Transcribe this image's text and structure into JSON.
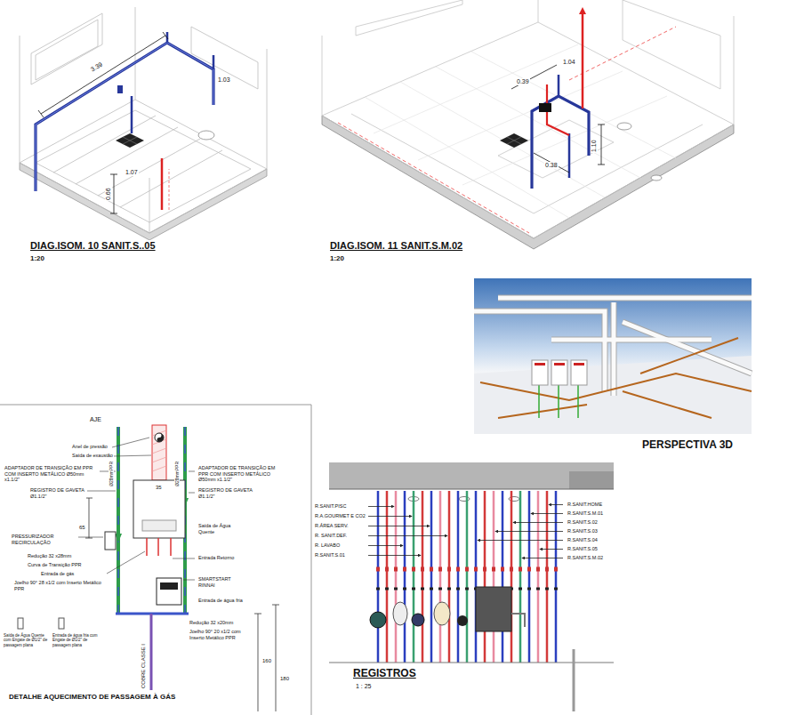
{
  "diagram": {
    "nodes": [
      {
        "text": [
          "DIAG.ISOM. 10 SANIT.S..05",
          "1:20"
        ]
      },
      {
        "text": [
          "DIAG.ISOM. 11 SANIT.S.M.02",
          "1:20"
        ]
      },
      {
        "text": [
          "PERSPECTIVA 3D"
        ]
      },
      {
        "text": [
          "DETALHE AQUECIMENTO DE PASSAGEM À GÁS"
        ]
      },
      {
        "text": [
          "REGISTROS",
          "1 : 25"
        ]
      }
    ],
    "labels": [
      "3.39",
      "1.03",
      "1.07",
      "0.66",
      "1.04",
      "0.39",
      "0.38",
      "1.10",
      "AJE",
      "Anel de pressão",
      "Saída de exaustão",
      "ADAPTADOR DE TRANSIÇÃO EM PPR COM INSERTO METÁLICO Ø50mm x1.1/2\"",
      "REGISTRO DE GAVETA Ø1.1/2\"",
      "35",
      "ADAPTADOR DE TRANSIÇÃO EM PPR COM INSERTO METÁLICO Ø50mm x1.1/2\"",
      "REGISTRO DE GAVETA Ø1.1/2\"",
      "Ø28mmPPR",
      "Ø28mmPPR",
      "65",
      "PRESSURIZADOR RECIRCULAÇÃO",
      "Redução 32 x28mm",
      "Curva de Transição PPR",
      "Entrada de gás",
      "Joelho 90° 28 x1/2 com Inserto Metálico PPR",
      "Saída de Água Quente",
      "Entrada Retorno",
      "SMARTSTART RINNAI",
      "Entrada de água fria",
      "Redução 32 x20mm",
      "Joelho 90° 20 x1/2 com Inserto Metálico PPR",
      "COBRE CLASSE I",
      "160",
      "180",
      "Saída de Água Quente com Engate de Ø1/2\" de passagem plana",
      "Entrada de água fria com Engate de Ø1/2\" de passagem plana",
      "R.SANIT.PISC",
      "R.A.GOURMET E CO2",
      "R.ÁREA SERV.",
      "R. SANIT.DEF.",
      "R. LAVABO",
      "R.SANIT.S.01",
      "R.SANIT.HOME",
      "R.SANIT.S.M.01",
      "R.SANIT.S.02",
      "R.SANIT.S.03",
      "R.SANIT.S.04",
      "R.SANIT.S.05",
      "R.SANIT.S.M.02"
    ]
  }
}
